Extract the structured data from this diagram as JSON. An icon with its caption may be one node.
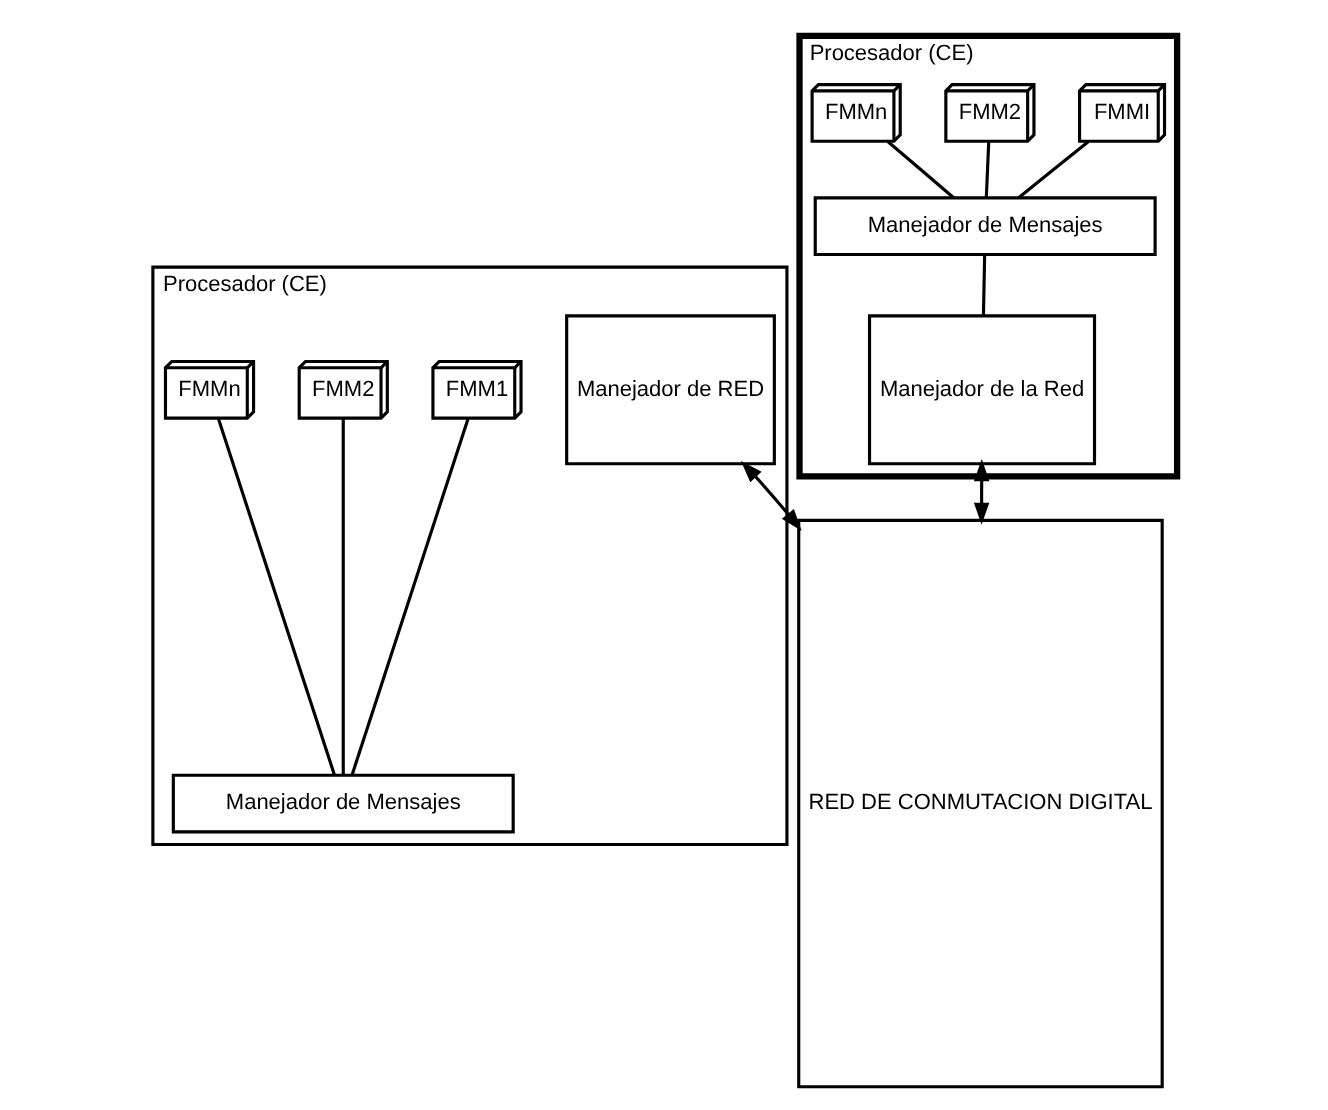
{
  "diagram": {
    "nodes": [
      {
        "text": [
          "Procesador (CE)"
        ]
      },
      {
        "text": [
          "FMM1"
        ],
        "in": 0
      },
      {
        "text": [
          "FMM2"
        ],
        "in": 0
      },
      {
        "text": [
          "FMMn"
        ],
        "in": 0
      },
      {
        "text": [
          "Manejador de Mensajes"
        ],
        "in": 0
      },
      {
        "text": [
          "Manejador de RED"
        ],
        "in": 0
      },
      {
        "text": [
          "Procesador (CE)"
        ]
      },
      {
        "text": [
          "FMMI"
        ],
        "in": 6
      },
      {
        "text": [
          "FMM2"
        ],
        "in": 6
      },
      {
        "text": [
          "FMMn"
        ],
        "in": 6
      },
      {
        "text": [
          "Manejador de Mensajes"
        ],
        "in": 6
      },
      {
        "text": [
          "Manejador de la Red"
        ],
        "in": 6
      },
      {
        "text": [
          "RED DE CONMUTACION DIGITAL"
        ]
      }
    ],
    "edges": [
      {
        "from": 1,
        "to": 4,
        "arrow": "none"
      },
      {
        "from": 2,
        "to": 4,
        "arrow": "none"
      },
      {
        "from": 3,
        "to": 4,
        "arrow": "none"
      },
      {
        "from": 5,
        "to": 12,
        "arrow": "both"
      },
      {
        "from": 7,
        "to": 10,
        "arrow": "none"
      },
      {
        "from": 8,
        "to": 10,
        "arrow": "none"
      },
      {
        "from": 9,
        "to": 10,
        "arrow": "none"
      },
      {
        "from": 10,
        "to": 11,
        "arrow": "none"
      },
      {
        "from": 11,
        "to": 12,
        "arrow": "both"
      }
    ]
  }
}
